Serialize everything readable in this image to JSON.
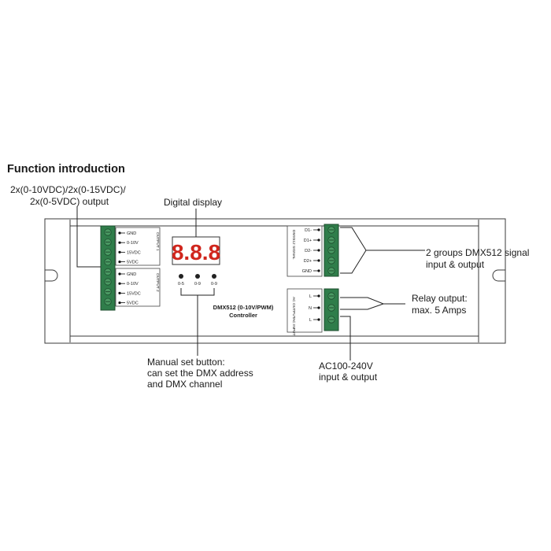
{
  "heading": "Function introduction",
  "callouts": {
    "output_line1": "2x(0-10VDC)/2x(0-15VDC)/",
    "output_line2": "2x(0-5VDC) output",
    "digital_display": "Digital display",
    "dmx_line1": "2 groups DMX512 signal",
    "dmx_line2": "input & output",
    "relay_line1": "Relay output:",
    "relay_line2": "max. 5 Amps",
    "manual_line1": "Manual set button:",
    "manual_line2": "can set the DMX address",
    "manual_line3": "and DMX channel",
    "ac_line1": "AC100-240V",
    "ac_line2": "input & output"
  },
  "device": {
    "title_line1": "DMX512 (0-10V/PWM)",
    "title_line2": "Controller",
    "display_digits": "8.8.8",
    "buttons": [
      "0-5",
      "0-9",
      "0-9"
    ],
    "output1": {
      "side_label": "OUTPUT 1",
      "terms": [
        "GND",
        "0-10V",
        "15VDC",
        "5VDC"
      ],
      "sub": "0"
    },
    "output2": {
      "side_label": "OUTPUT 2",
      "terms": [
        "GND",
        "0-10V",
        "15VDC",
        "5VDC"
      ],
      "sub": "0"
    },
    "dmx_block": {
      "side_label": "DMX512 SIGNAL",
      "terms": [
        "D1-",
        "D1+",
        "D2-",
        "D2+",
        "GND"
      ]
    },
    "relay_block": {
      "output_label": "AC OUTPUT",
      "input_label": "AC INPUT",
      "terms": [
        "L",
        "N",
        "L"
      ]
    }
  }
}
